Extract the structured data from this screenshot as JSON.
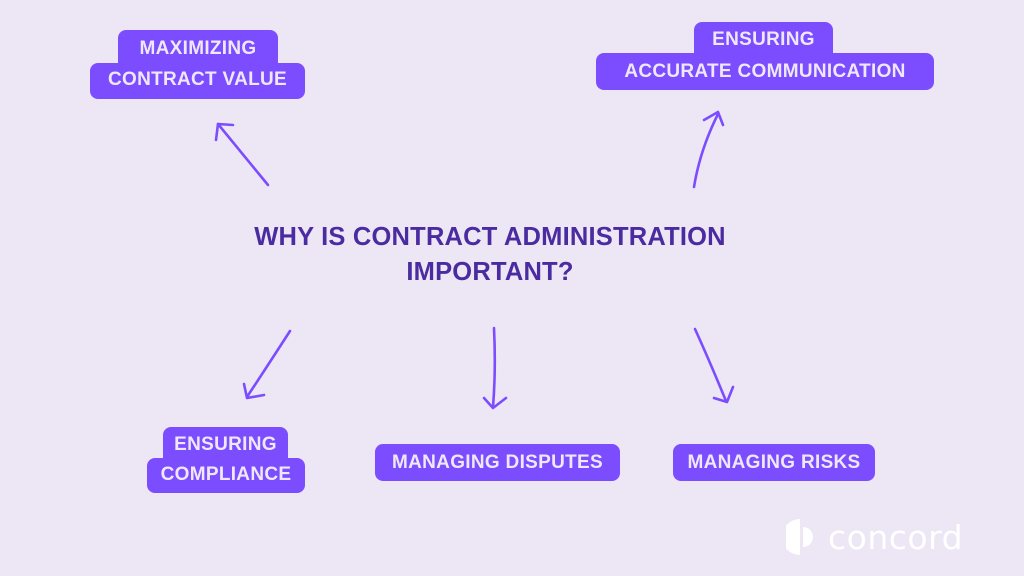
{
  "title": {
    "line1": "WHY IS CONTRACT ADMINISTRATION",
    "line2": "IMPORTANT?"
  },
  "nodes": [
    {
      "id": "maximizing-contract-value",
      "line1": "MAXIMIZING",
      "line2": "CONTRACT VALUE"
    },
    {
      "id": "ensuring-accurate-communication",
      "line1": "ENSURING",
      "line2": "ACCURATE COMMUNICATION"
    },
    {
      "id": "ensuring-compliance",
      "line1": "ENSURING",
      "line2": "COMPLIANCE"
    },
    {
      "id": "managing-disputes",
      "line1": "MANAGING DISPUTES"
    },
    {
      "id": "managing-risks",
      "line1": "MANAGING RISKS"
    }
  ],
  "logo": {
    "text": "concord"
  },
  "colors": {
    "background": "#ede6f5",
    "pill": "#7c4dff",
    "pill_text": "#efe7fb",
    "title": "#4a2ba0",
    "arrow": "#7c4dff",
    "logo": "#ffffff"
  }
}
